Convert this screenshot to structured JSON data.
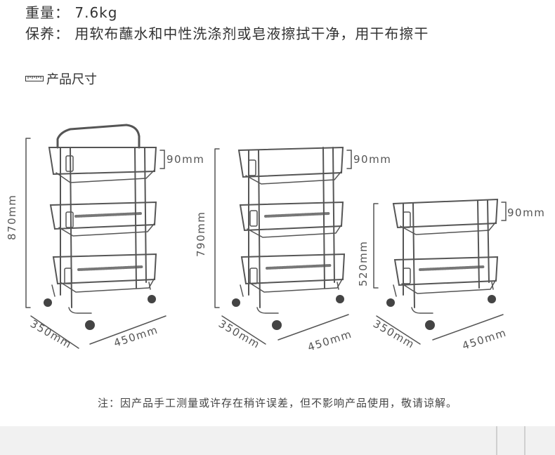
{
  "specs": {
    "weight": {
      "label": "重量：",
      "value": "7.6kg"
    },
    "care": {
      "label": "保养：",
      "value": "用软布蘸水和中性洗涤剂或皂液擦拭干净，用干布擦干"
    }
  },
  "section": {
    "icon": "ruler-icon",
    "title": "产品尺寸"
  },
  "carts": [
    {
      "total_height": "870mm",
      "basket_height": "90mm",
      "depth": "350mm",
      "width": "450mm"
    },
    {
      "total_height": "790mm",
      "basket_height": "90mm",
      "depth": "350mm",
      "width": "450mm"
    },
    {
      "total_height": "520mm",
      "basket_height": "90mm",
      "depth": "350mm",
      "width": "450mm"
    }
  ],
  "footnote": "注：因产品手工测量或许存在稍许误差，但不影响产品使用，敬请谅解。",
  "colors": {
    "text": "#333333",
    "line": "#555555",
    "band": "#f1f1f1"
  }
}
